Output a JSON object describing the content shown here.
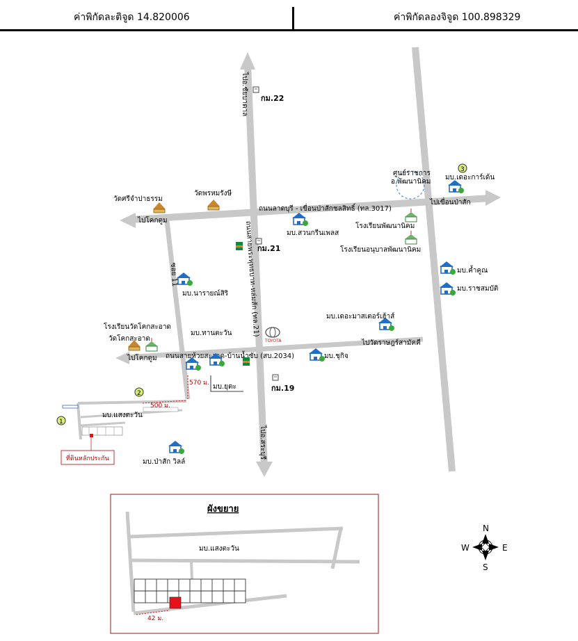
{
  "header": {
    "latitude_label": "ค่าพิกัดละติจูด 14.820006",
    "longitude_label": "ค่าพิกัดลองจิจูด 100.898329"
  },
  "roads": {
    "main_ew": "ถนนลาดบุรี - เขื่อนป่าสักชลสิทธิ์ (ทล.3017)",
    "main_ns": "ถนนสายพระพุทธบาท-หล่มสัก (ทล.21)",
    "lower_ew": "ถนนสายห้วยสะอาด-บ้านน้ำซับ (สบ.2034)",
    "soi": "ซอย 11"
  },
  "directions": {
    "north": "ไปอ.ชัยบาดาล",
    "south": "ไปอ.สระบุรี",
    "west_upper": "ไปโคกตูม",
    "west_lower": "ไปโคกตูม",
    "east_upper": "ไปเขื่อนป่าสัก",
    "east_lower": "ไปวัดราษฎร์สามัคคี"
  },
  "km_markers": {
    "km22": "กม.22",
    "km21": "กม.21",
    "km19": "กม.19"
  },
  "places": {
    "wat_sri": "วัดศรีจำปาธรรม",
    "wat_prom": "วัดพรหมรังษี",
    "govt_center": "ศูนย์ราชการ",
    "govt_center_sub": "อ.พัฒนานิคม",
    "school_pattana": "โรงเรียนพัฒนานิคม",
    "kindergarten": "โรงเรียนอนุบาลพัฒนานิคม",
    "school_khoksaard": "โรงเรียนวัดโคกสะอาด",
    "wat_khoksaard": "วัดโคกสะอาด",
    "toyota": "TOYOTA",
    "seven": "7"
  },
  "villages": {
    "the_garden": "มบ.เดอะการ์เด้น",
    "suan_green": "มบ.สวนกรีนเพลส",
    "kham_khun": "มบ.ค้ำคูณ",
    "ratcha_sombat": "มบ.ราชสมบัติ",
    "narai_siri": "มบ.นารายณ์สิริ",
    "the_master": "มบ.เดอะมาสเตอร์เฮ้าส์",
    "tan_tawan": "มบ.ทานตะวัน",
    "chukit": "มบ.ชุกิจ",
    "yutta": "มบ.ยุตะ",
    "saeng_tawan": "มบ.แสงตะวัน",
    "pasak_ville": "มบ.ป่าสัก วิลล์"
  },
  "distances": {
    "d570": "570 ม.",
    "d500": "500 ม.",
    "d42": "42 ม."
  },
  "markers": {
    "m1": "1",
    "m2": "2",
    "m3": "3"
  },
  "target_label": "ที่ดินหลักประกัน",
  "inset": {
    "title": "ผังขยาย",
    "village": "มบ.แสงตะวัน"
  },
  "compass": {
    "n": "N",
    "s": "S",
    "e": "E",
    "w": "W"
  },
  "colors": {
    "road": "#c8c8c8",
    "target": "#e8101a",
    "inset_border": "#b33a3a",
    "village_icon": "#1f6fc9"
  }
}
